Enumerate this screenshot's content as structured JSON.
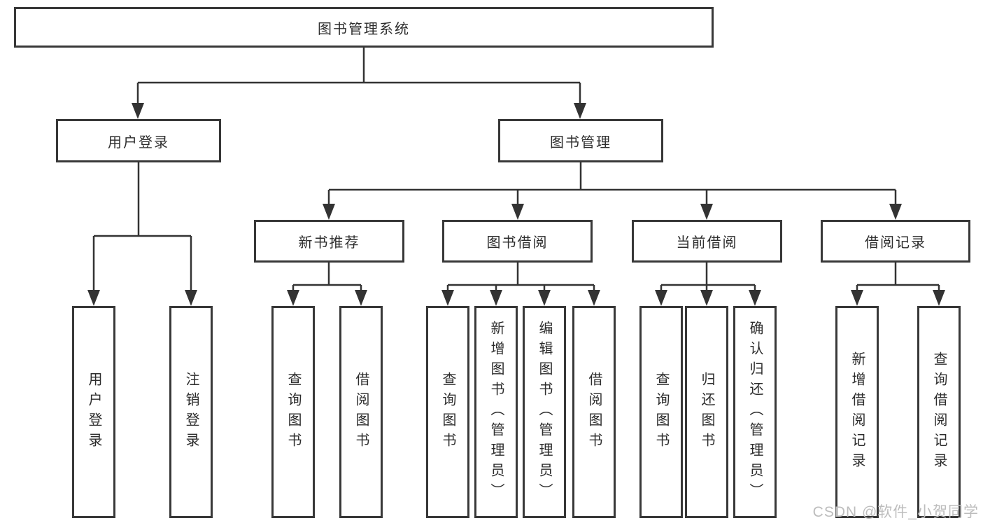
{
  "diagram_type": "tree",
  "watermark": "CSDN @软件_小贺同学",
  "colors": {
    "background": "#ffffff",
    "node_fill": "#ffffff",
    "node_border": "#383838",
    "connector": "#333333",
    "text": "#2d2d2d",
    "watermark": "#bdbdbd"
  },
  "tree": {
    "label": "图书管理系统",
    "children": [
      {
        "label": "用户登录",
        "children": [
          {
            "label": "用户登录"
          },
          {
            "label": "注销登录"
          }
        ]
      },
      {
        "label": "图书管理",
        "children": [
          {
            "label": "新书推荐",
            "children": [
              {
                "label": "查询图书"
              },
              {
                "label": "借阅图书"
              }
            ]
          },
          {
            "label": "图书借阅",
            "children": [
              {
                "label": "查询图书"
              },
              {
                "label": "新增图书（管理员）"
              },
              {
                "label": "编辑图书（管理员）"
              },
              {
                "label": "借阅图书"
              }
            ]
          },
          {
            "label": "当前借阅",
            "children": [
              {
                "label": "查询图书"
              },
              {
                "label": "归还图书"
              },
              {
                "label": "确认归还（管理员）"
              }
            ]
          },
          {
            "label": "借阅记录",
            "children": [
              {
                "label": "新增借阅记录"
              },
              {
                "label": "查询借阅记录"
              }
            ]
          }
        ]
      }
    ]
  }
}
